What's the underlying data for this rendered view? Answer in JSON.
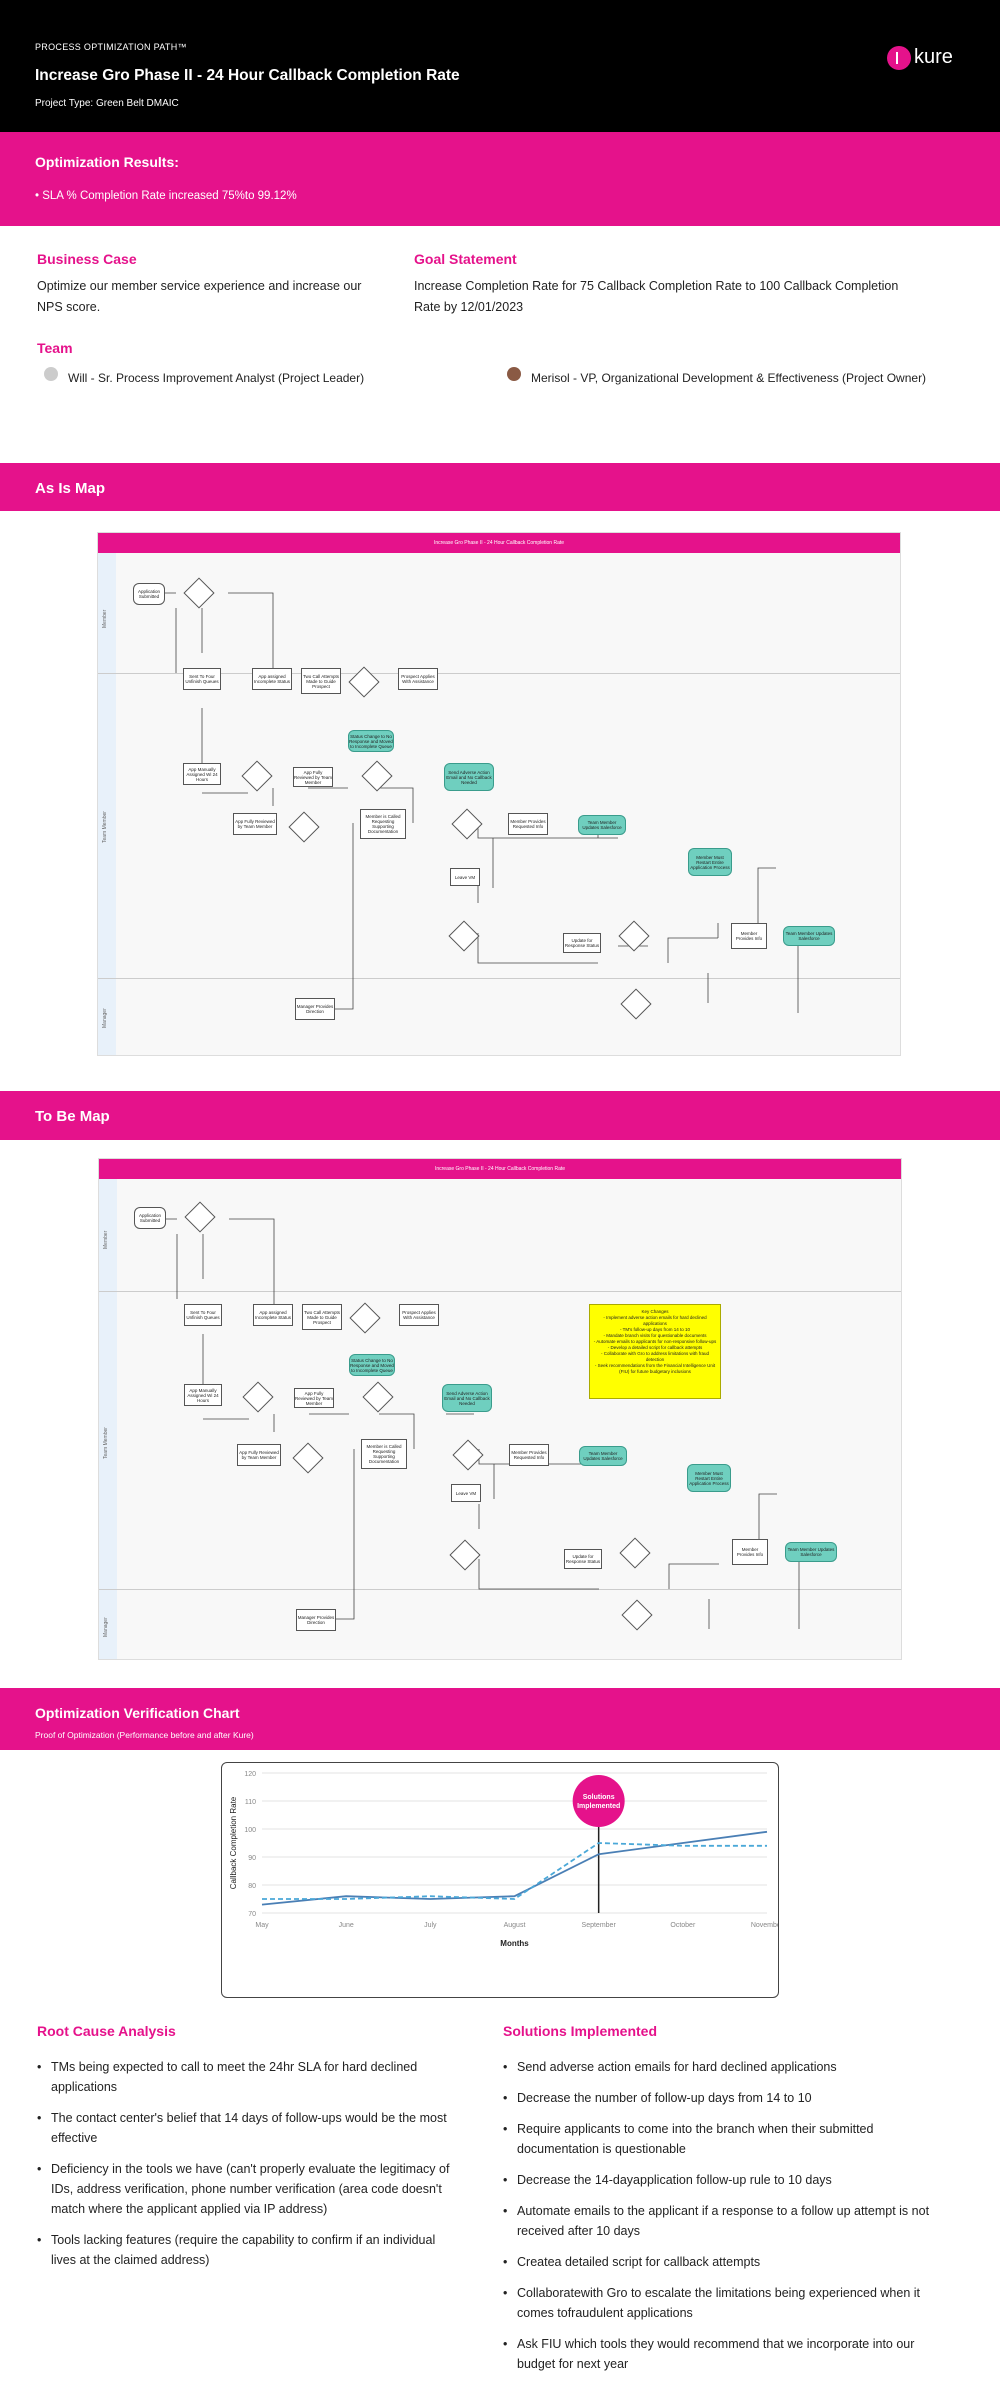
{
  "header": {
    "eyebrow": "PROCESS OPTIMIZATION PATH™",
    "title": "Increase Gro Phase II - 24 Hour Callback Completion Rate",
    "project_type": "Project Type: Green Belt DMAIC",
    "logo_text": "kure"
  },
  "results": {
    "title": "Optimization Results:",
    "items": [
      "SLA % Completion Rate increased 75%to 99.12%"
    ]
  },
  "business_case": {
    "title": "Business Case",
    "text": "Optimize our member service experience and increase our NPS score."
  },
  "goal": {
    "title": "Goal Statement",
    "text": "Increase Completion Rate for 75 Callback Completion Rate to 100 Callback Completion Rate by 12/01/2023"
  },
  "team": {
    "title": "Team",
    "members": [
      "Will - Sr. Process Improvement Analyst (Project Leader)",
      "Merisol - VP, Organizational Development & Effectiveness (Project Owner)"
    ]
  },
  "as_is": {
    "title": "As Is Map",
    "map_title": "Increase Gro Phase II - 24 Hour Callback Completion Rate",
    "lanes": [
      "Member",
      "Team Member",
      "Manager"
    ]
  },
  "to_be": {
    "title": "To Be Map",
    "map_title": "Increase Gro Phase II - 24 Hour Callback Completion Rate",
    "lanes": [
      "Member",
      "Team Member",
      "Manager"
    ],
    "note_title": "Key Changes",
    "note_lines": [
      "- Implement adverse action emails for hard declined applications",
      "- TM's follow-up days from 14 to 10",
      "- Mandate branch visits for questionable documents",
      "- Automate emails to applicants for non-responsive follow-ups",
      "- Develop a detailed script for callback attempts",
      "- Collaborate with Gro to address limitations with fraud detection",
      "- Seek recommendations from the Financial Intelligence Unit",
      "(FIU) for future budgetary inclusions"
    ]
  },
  "chart_section": {
    "title": "Optimization Verification Chart",
    "subtitle": "Proof of Optimization (Performance before and after Kure)"
  },
  "chart_data": {
    "type": "line",
    "categories": [
      "May",
      "June",
      "July",
      "August",
      "September",
      "October",
      "November"
    ],
    "series": [
      {
        "name": "",
        "values": [
          73,
          76,
          75,
          76,
          91,
          95,
          99
        ],
        "color": "#4a7fb5",
        "style": "solid"
      },
      {
        "name": "",
        "values": [
          75,
          75,
          76,
          75,
          95,
          94,
          94
        ],
        "color": "#4aa8d8",
        "style": "dashed"
      }
    ],
    "annotation": {
      "label": "Solutions Implemented",
      "x": "September"
    },
    "xlabel": "Months",
    "ylabel": "Callback Completion Rate",
    "ylim": [
      70,
      120
    ],
    "yticks": [
      70,
      80,
      90,
      100,
      110,
      120
    ],
    "grid": true,
    "colors": {
      "annotation": "#e5128b"
    }
  },
  "root_cause": {
    "title": "Root Cause Analysis",
    "items": [
      "TMs being expected to call to meet the 24hr SLA for hard declined applications",
      "The contact center's belief that 14 days of follow-ups would be the most effective",
      "Deficiency in the tools we have (can't properly evaluate the legitimacy of IDs, address verification, phone number verification (area code doesn't match where the applicant applied via IP address)",
      "Tools lacking features (require the capability to confirm if an individual lives at the claimed address)"
    ]
  },
  "solutions": {
    "title": "Solutions Implemented",
    "items": [
      "Send adverse action emails for hard declined applications",
      "Decrease the number of follow-up days from 14 to 10",
      "Require applicants to come into the branch when their submitted documentation is questionable",
      "Decrease the 14-dayapplication follow-up rule to 10 days",
      "Automate emails to the applicant if a response to a follow up attempt is not received after 10 days",
      "Createa detailed script for callback attempts",
      "Collaboratewith Gro to escalate the limitations being experienced when it comes tofraudulent applications",
      "Ask FIU which tools they would recommend that we incorporate into our budget for next year"
    ]
  },
  "colors": {
    "brand": "#e5128b",
    "header_bg": "#000000",
    "flow_green": "#6fcfbf",
    "note_yellow": "#ffff00"
  }
}
